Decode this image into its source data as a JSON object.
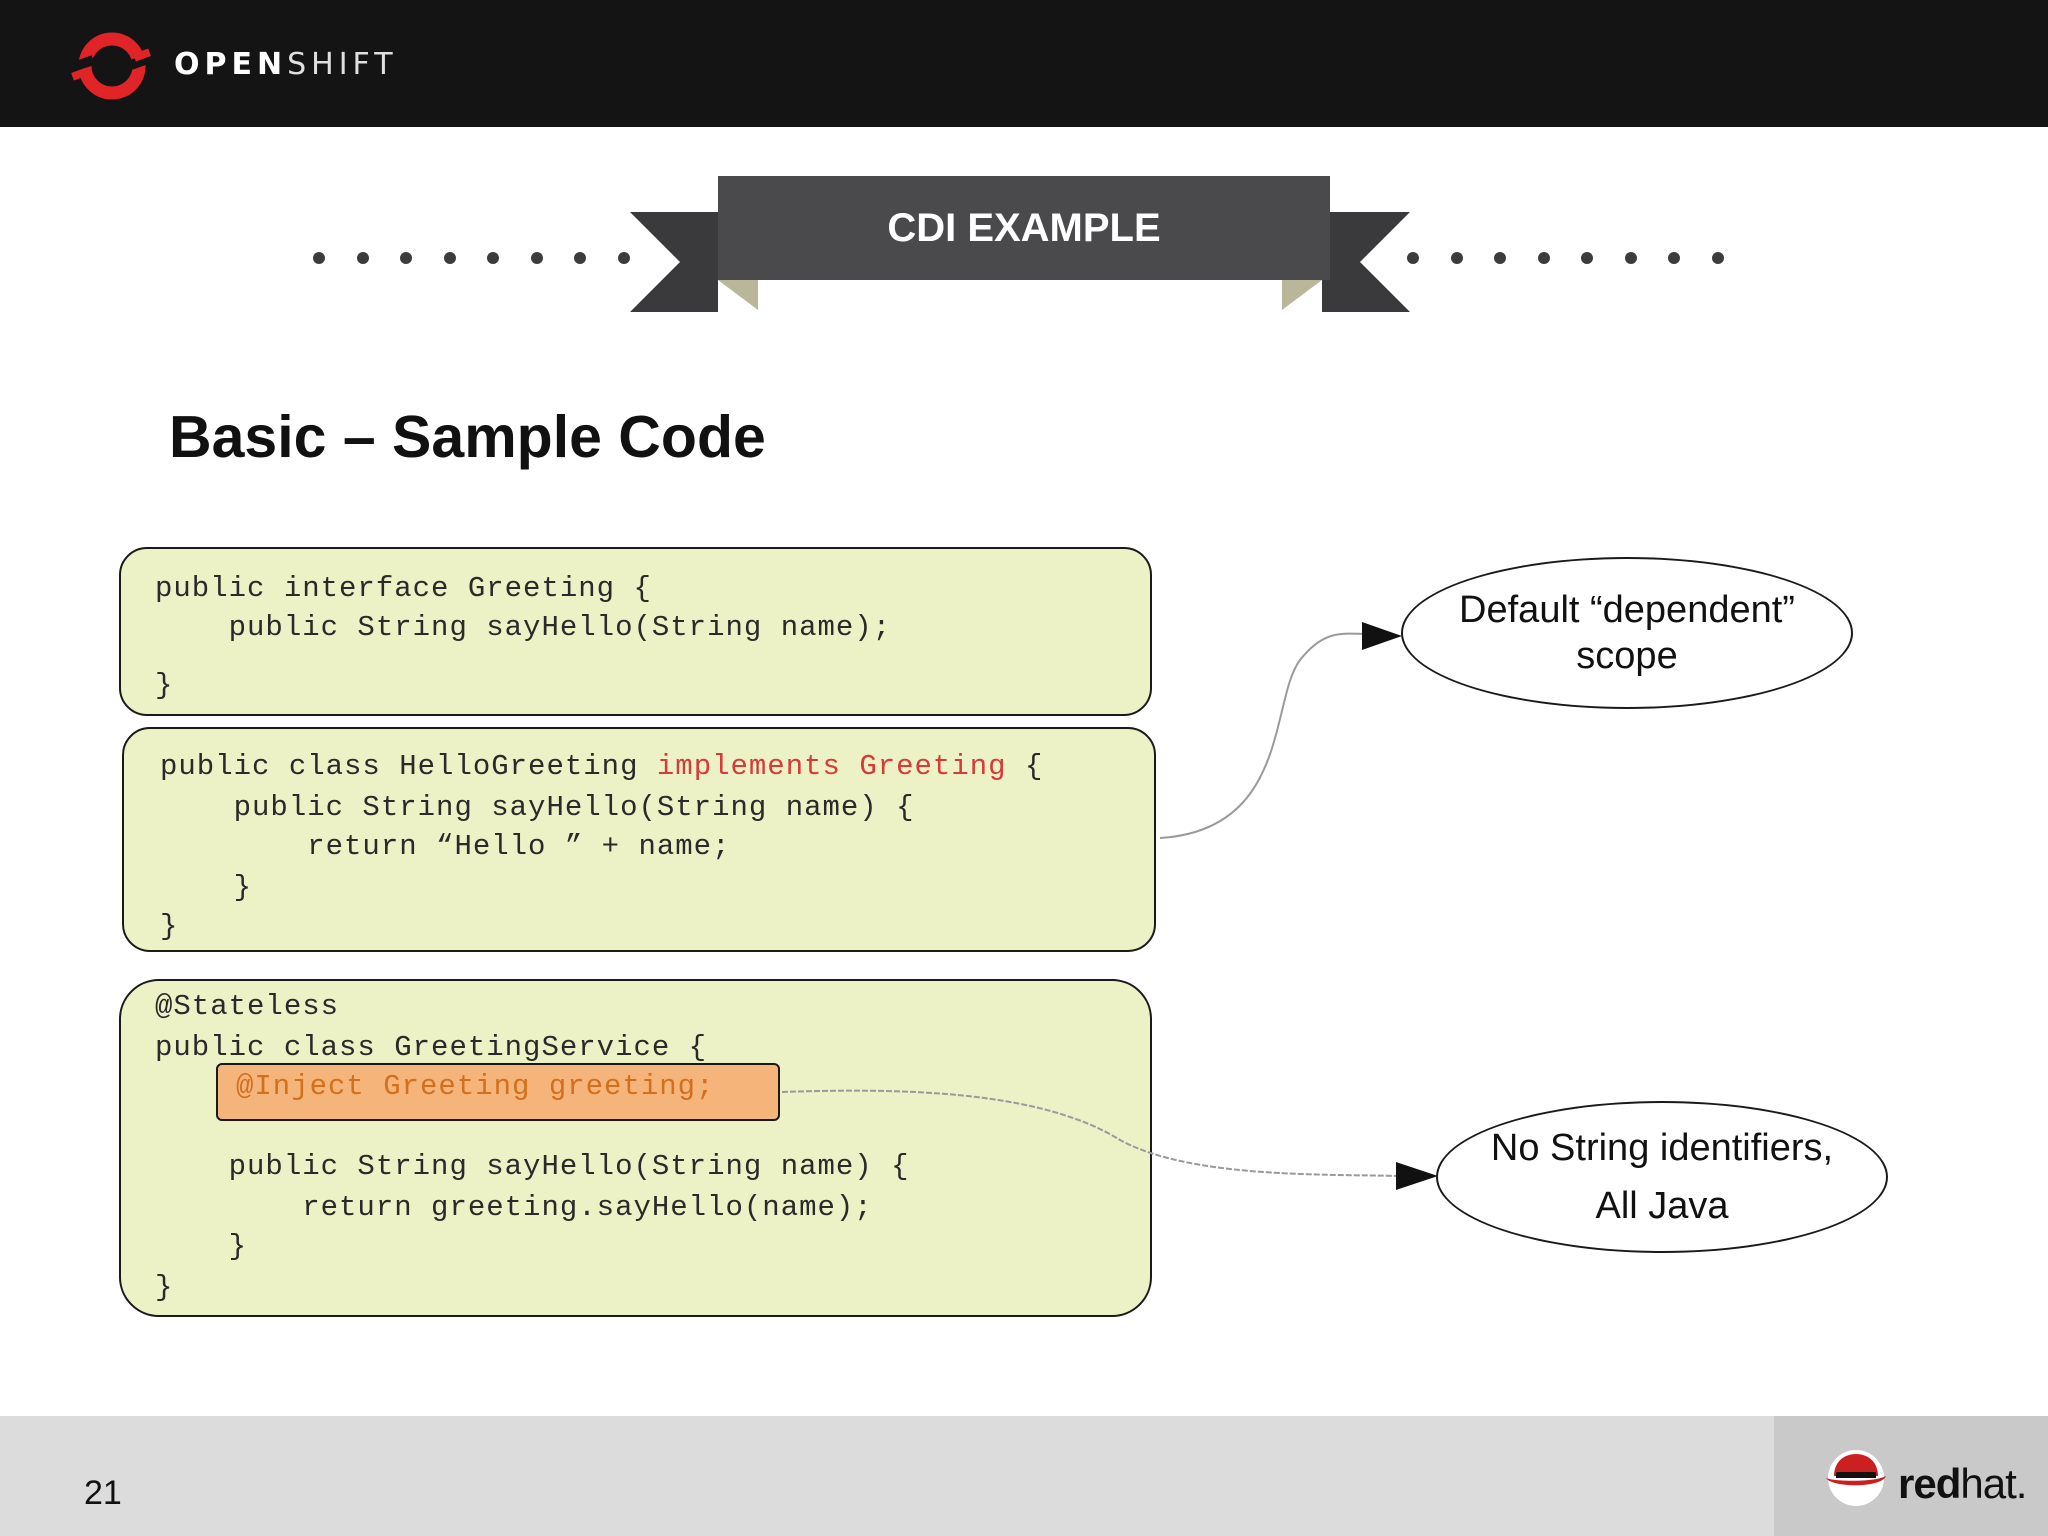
{
  "header": {
    "brand_bold": "OPEN",
    "brand_light": "SHIFT"
  },
  "banner": {
    "title": "CDI EXAMPLE"
  },
  "slide": {
    "heading": "Basic – Sample Code"
  },
  "code": {
    "box1": [
      "public interface Greeting {",
      "    public String sayHello(String name);",
      "}"
    ],
    "box2": {
      "line1_prefix": "public class HelloGreeting ",
      "line1_keyword": "implements Greeting",
      "line1_suffix": " {",
      "lines": [
        "    public String sayHello(String name) {",
        "        return “Hello ” + name;",
        "    }",
        "}"
      ]
    },
    "box3": {
      "annotation": "@Stateless",
      "class_line": "public class GreetingService {",
      "inject_line": "@Inject Greeting greeting;",
      "lines": [
        "    public String sayHello(String name) {",
        "        return greeting.sayHello(name);",
        "    }",
        "}"
      ]
    }
  },
  "callouts": {
    "dependent": {
      "line1": "Default “dependent”",
      "line2": "scope"
    },
    "java": {
      "line1": "No String identifiers,",
      "line2": "All Java"
    }
  },
  "footer": {
    "page_number": "21",
    "logo_bold": "red",
    "logo_light": "hat."
  },
  "colors": {
    "topbar": "#141414",
    "code_bg": "#ecf2c6",
    "keyword": "#d83a3a",
    "inject_bg": "#f5b57a",
    "inject_text": "#d2701f",
    "openshift_red": "#e02428"
  }
}
